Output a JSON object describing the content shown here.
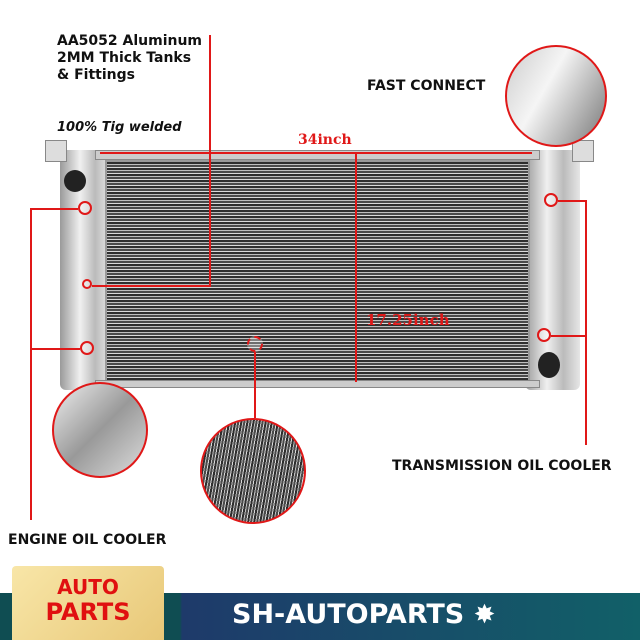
{
  "callouts": {
    "material": [
      "AA5052 Aluminum",
      "2MM Thick Tanks",
      "& Fittings"
    ],
    "welded": "100% Tig welded",
    "fast_connect": "FAST CONNECT",
    "transmission": "TRANSMISSION OIL COOLER",
    "engine": "ENGINE OIL COOLER"
  },
  "dimensions": {
    "width": "34inch",
    "height": "17.25inch"
  },
  "banner": {
    "tag_line1": "AUTO",
    "tag_line2": "PARTS",
    "brand": "SH-AUTOPARTS"
  },
  "colors": {
    "accent": "#e01818",
    "banner_start": "#1e3a6a",
    "banner_end": "#116068",
    "tag_gold": "#f2d58a"
  }
}
